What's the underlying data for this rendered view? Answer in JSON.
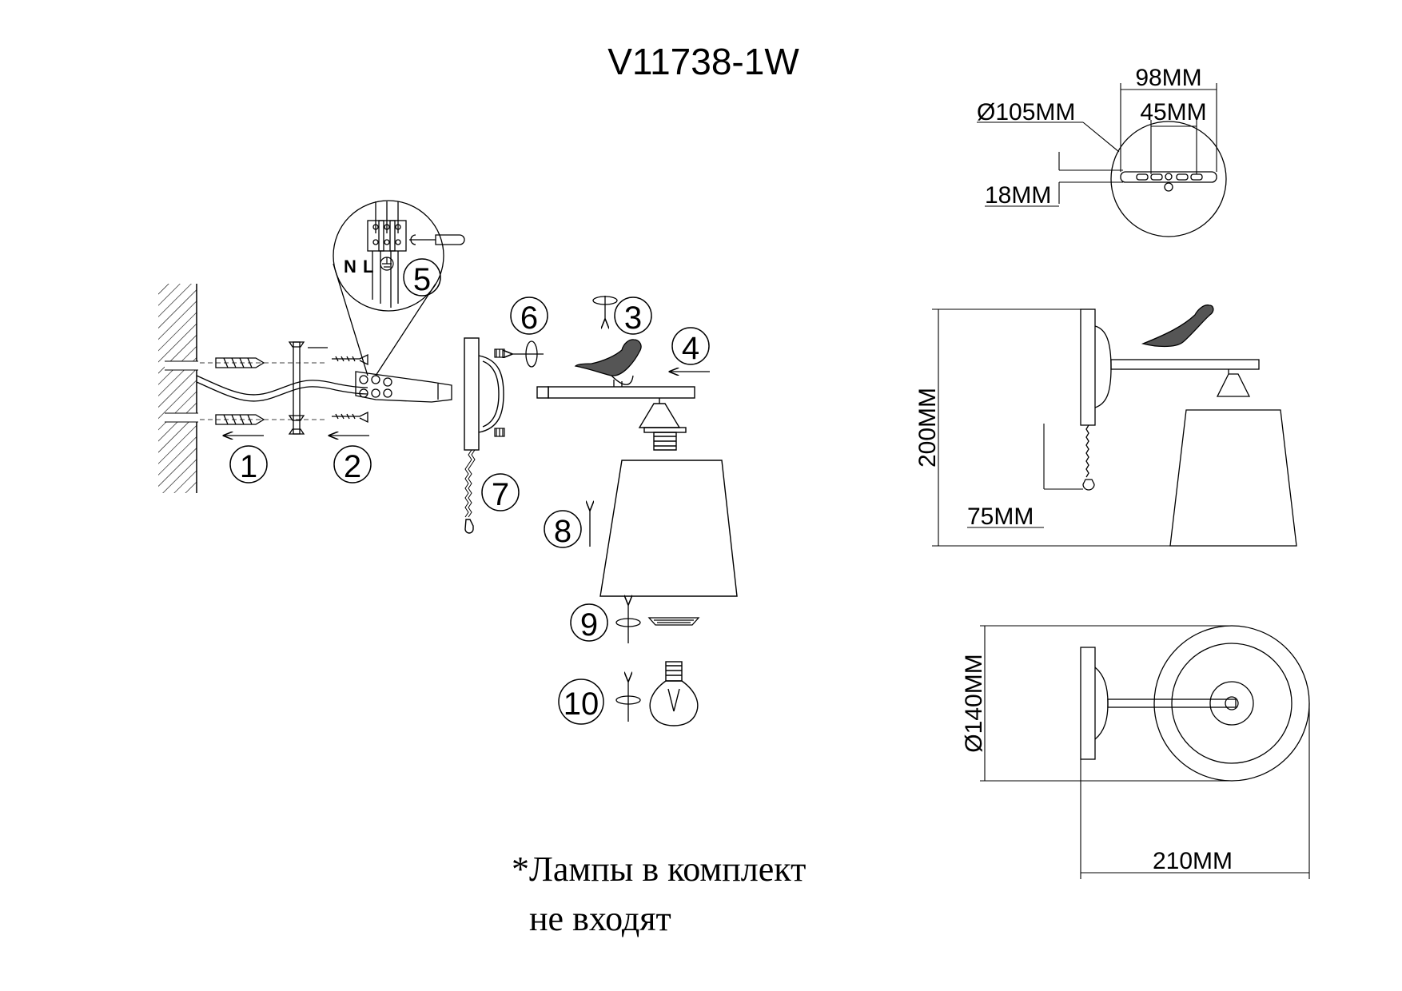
{
  "title": "V11738-1W",
  "steps": [
    "1",
    "2",
    "3",
    "4",
    "5",
    "6",
    "7",
    "8",
    "9",
    "10"
  ],
  "wiring": {
    "neutral": "N",
    "live": "L"
  },
  "dimensions": {
    "bracket_width": "98MM",
    "canopy_diameter": "Ø105MM",
    "hole_spacing": "45MM",
    "bracket_offset": "18MM",
    "height": "200MM",
    "chain_length": "75MM",
    "shade_diameter": "Ø140MM",
    "projection": "210MM"
  },
  "note": {
    "line1": "*Лампы в комплект",
    "line2": "не входят"
  },
  "icons": [
    "wall-icon",
    "dowel-icon",
    "screw-icon",
    "screwdriver-icon",
    "bird-ornament-icon",
    "lampshade-icon",
    "light-bulb-icon",
    "rotate-icon",
    "arrow-icon",
    "pull-chain-icon",
    "ground-symbol-icon"
  ]
}
